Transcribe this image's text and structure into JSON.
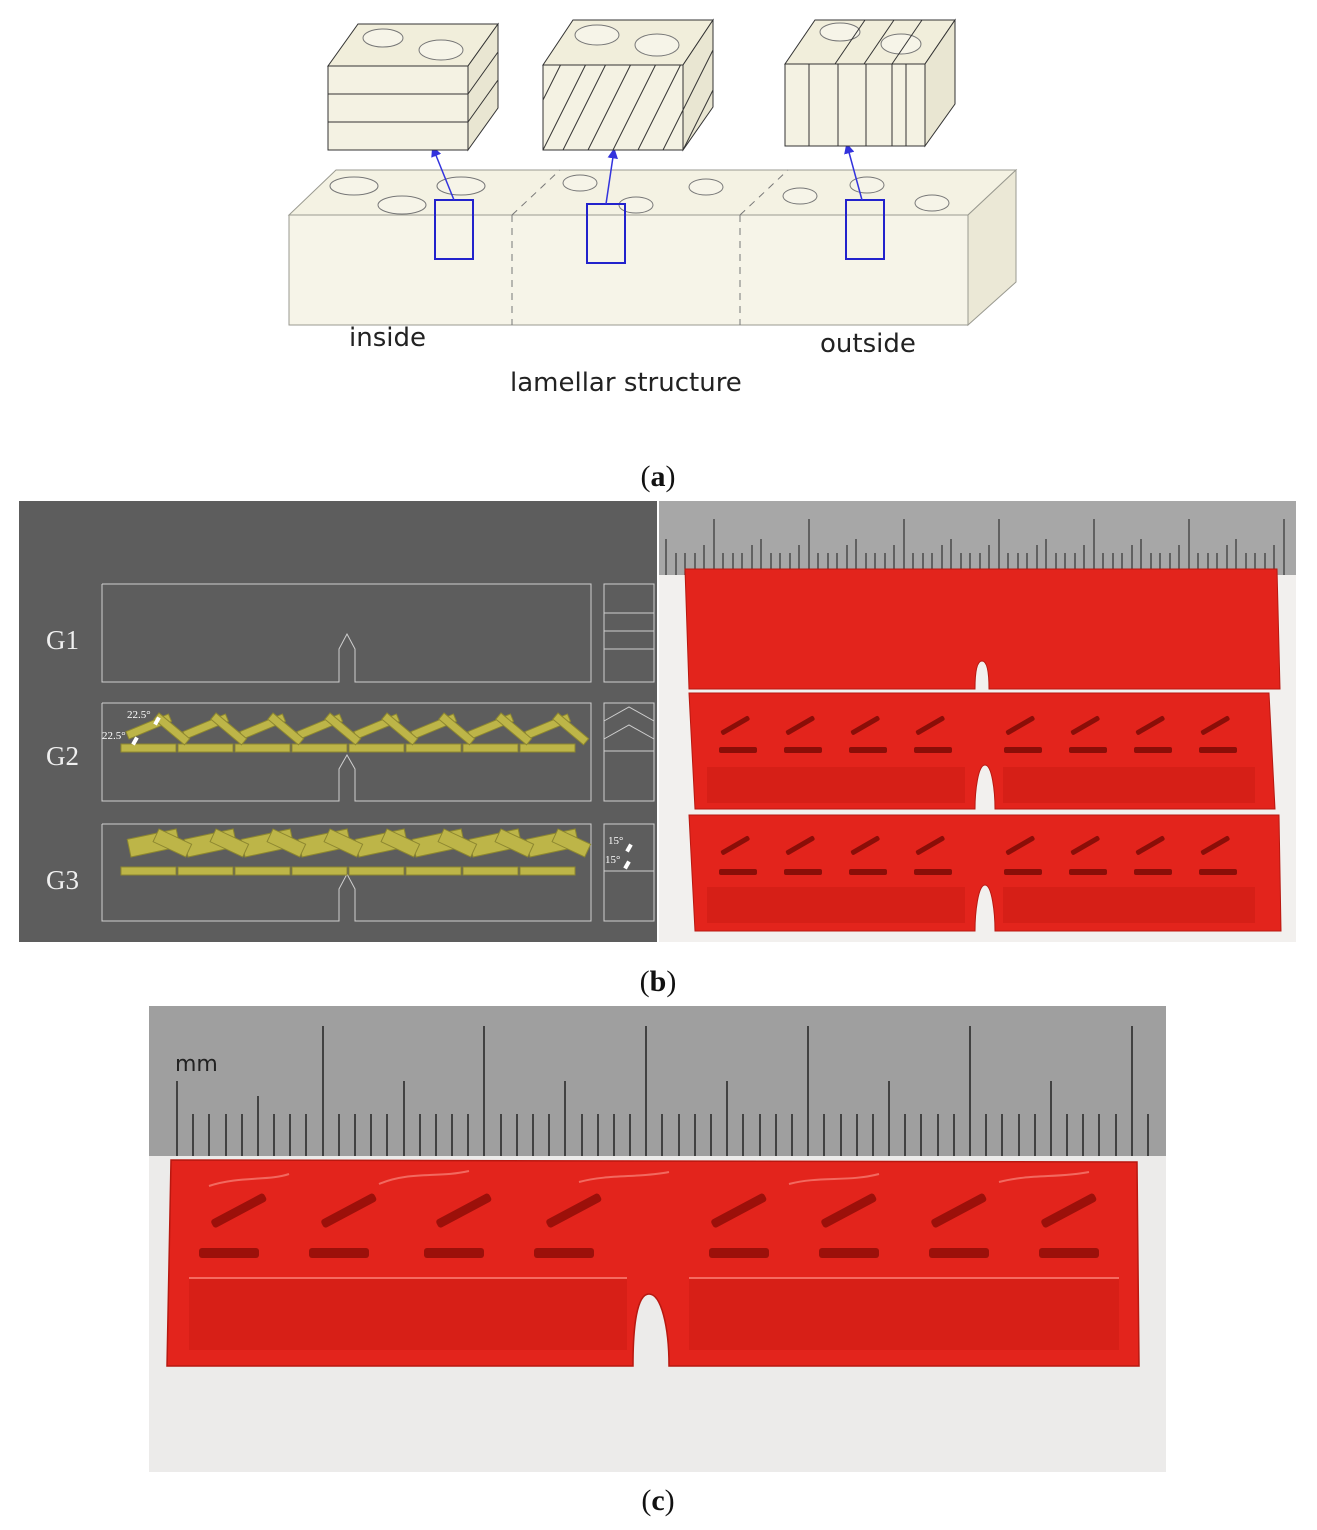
{
  "figure_a": {
    "label_inside": "inside",
    "label_outside": "outside",
    "label_structure": "lamellar structure",
    "caption": "a"
  },
  "figure_b": {
    "groups": [
      "G1",
      "G2",
      "G3"
    ],
    "angle_g2_top": "22.5°",
    "angle_g2_bottom": "22.5°",
    "angle_g3_top": "15°",
    "angle_g3_bottom": "15°",
    "caption": "b"
  },
  "figure_c": {
    "ruler_unit": "mm",
    "caption": "c"
  },
  "colors": {
    "block_fill": "#f4f1e1",
    "highlight_box": "#2222cc",
    "cad_background": "#5d5d5d",
    "cad_lamella": "#bdb548",
    "print_red": "#e3241c"
  }
}
